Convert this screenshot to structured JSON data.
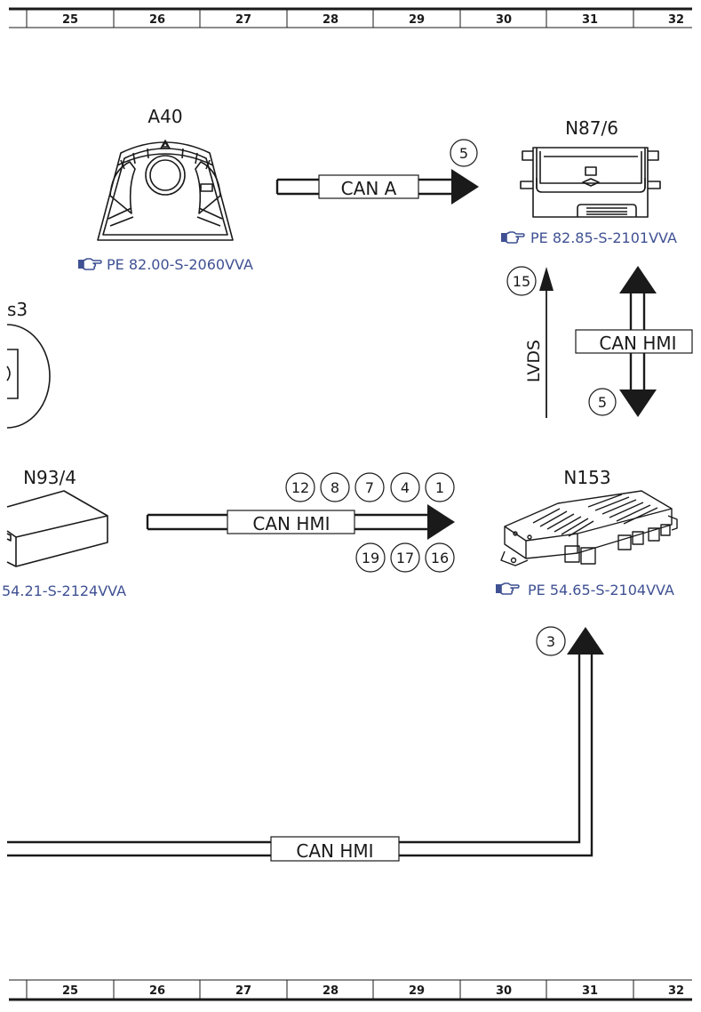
{
  "ruler": {
    "columns": [
      "25",
      "26",
      "27",
      "28",
      "29",
      "30",
      "31",
      "32"
    ]
  },
  "components": {
    "a40": {
      "label": "A40",
      "ref": "PE 82.00-S-2060VVA"
    },
    "n87_6": {
      "label": "N87/6",
      "ref": "PE 82.85-S-2101VVA"
    },
    "s3_partial": {
      "label": "s3"
    },
    "n93_4": {
      "label": "N93/4",
      "ref": "54.21-S-2124VVA"
    },
    "n153": {
      "label": "N153",
      "ref": "PE 54.65-S-2104VVA"
    }
  },
  "connections": {
    "can_a": {
      "label": "CAN A",
      "badges": [
        "5"
      ]
    },
    "lvds": {
      "label": "LVDS",
      "badges": [
        "15"
      ]
    },
    "can_hmi_right": {
      "label": "CAN HMI",
      "badges": [
        "5"
      ]
    },
    "can_hmi_middle": {
      "label": "CAN HMI",
      "badges_top": [
        "12",
        "8",
        "7",
        "4",
        "1"
      ],
      "badges_bottom": [
        "19",
        "17",
        "16"
      ]
    },
    "can_hmi_bottom": {
      "label": "CAN HMI",
      "badges": [
        "3"
      ]
    }
  },
  "icons": {
    "reference": "pointing-hand-icon"
  },
  "colors": {
    "line": "#1a1a1a",
    "reference_text": "#3f5193"
  }
}
